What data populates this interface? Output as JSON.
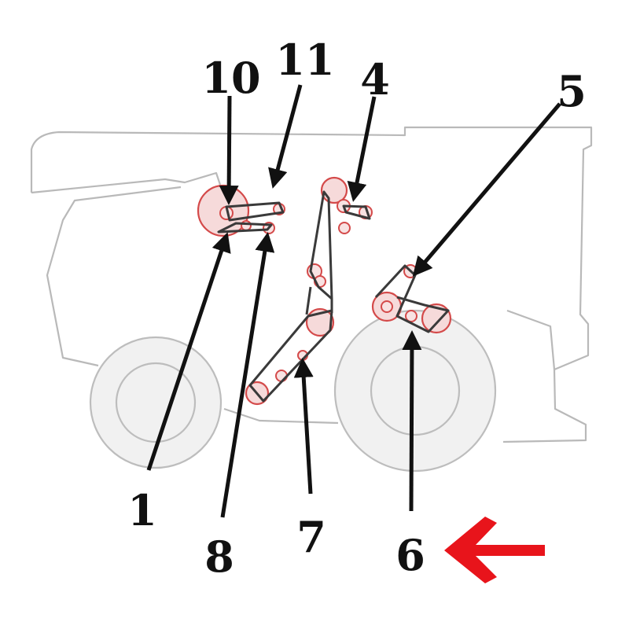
{
  "callouts": {
    "c1": "1",
    "c4": "4",
    "c5": "5",
    "c6": "6",
    "c7": "7",
    "c8": "8",
    "c10": "10",
    "c11": "11"
  },
  "colors": {
    "arrow": "#e8141b",
    "pulley_stroke": "#d44a4a",
    "outline": "#b9b9b9",
    "leader": "#111111"
  },
  "icons": {
    "direction_arrow": "left-arrow-icon"
  }
}
